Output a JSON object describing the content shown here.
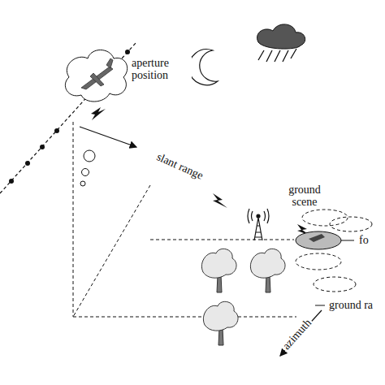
{
  "diagram": {
    "labels": [
      "aperture position",
      "slant range",
      "ground scene",
      "fo",
      "ground ra",
      "azimuth"
    ]
  }
}
